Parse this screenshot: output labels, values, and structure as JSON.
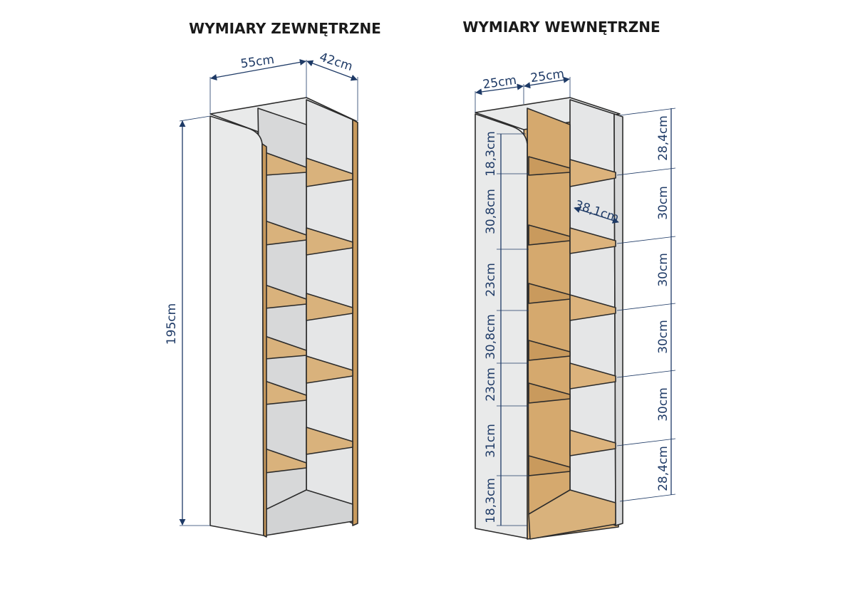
{
  "titles": {
    "external": "WYMIARY ZEWNĘTRZNE",
    "internal": "WYMIARY WEWNĘTRZNE"
  },
  "external_dims": {
    "width": "55cm",
    "depth": "42cm",
    "height": "195cm"
  },
  "internal_dims": {
    "top_left": "25cm",
    "top_right": "25cm",
    "shelf_depth": "38,1cm",
    "left_column": [
      "18,3cm",
      "30,8cm",
      "23cm",
      "30,8cm",
      "23cm",
      "31cm",
      "18,3cm"
    ],
    "right_column": [
      "28,4cm",
      "30cm",
      "30cm",
      "30cm",
      "30cm",
      "28,4cm"
    ]
  },
  "colors": {
    "panel": "#e7e8e8",
    "panel_dark": "#d9dadb",
    "wood": "#d9b27c",
    "wood_dark": "#b88a52",
    "dimension": "#1e3a66"
  }
}
